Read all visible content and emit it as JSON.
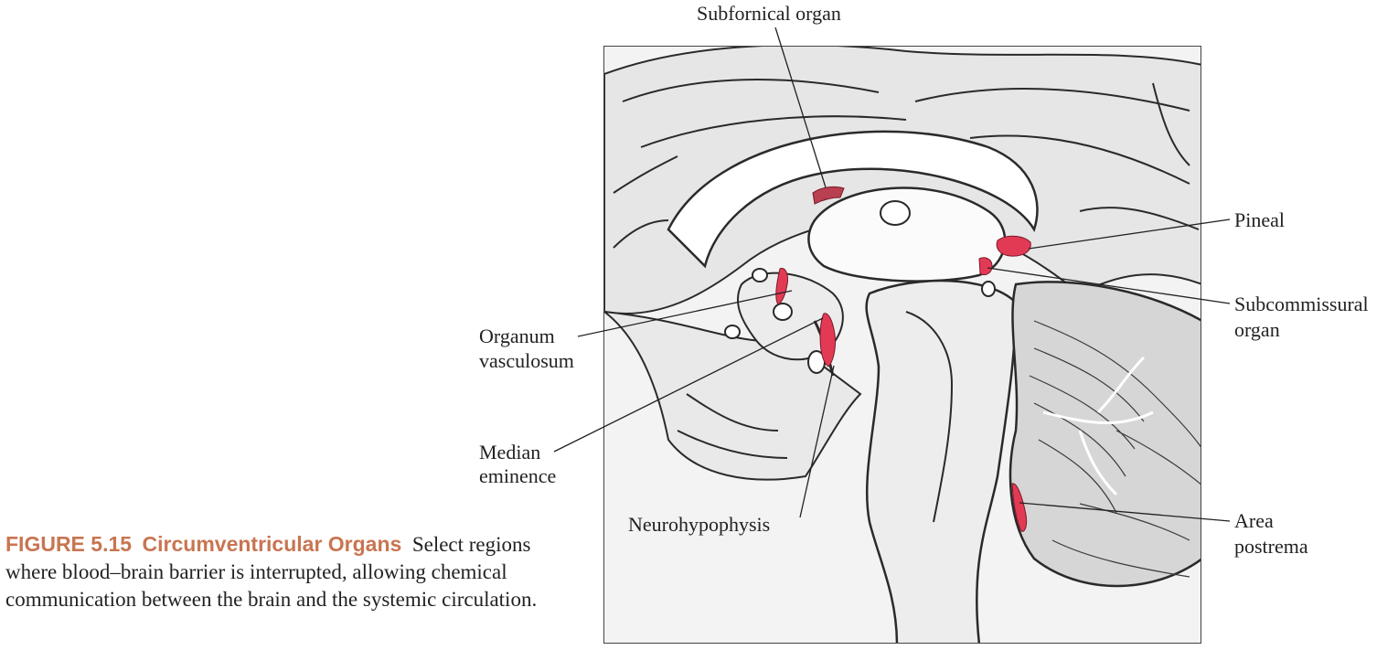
{
  "caption": {
    "number": "FIGURE 5.15",
    "title": "Circumventricular Organs",
    "text": "Select regions where blood–brain barrier is interrupted, allowing chemical communication between the brain and the systemic circulation."
  },
  "labels": {
    "subfornical_organ": "Subfornical organ",
    "pineal": "Pineal",
    "subcommissural_line1": "Subcommissural",
    "subcommissural_line2": "organ",
    "organum_line1": "Organum",
    "organum_line2": "vasculosum",
    "median_line1": "Median",
    "median_line2": "eminence",
    "neurohypophysis": "Neurohypophysis",
    "area_line1": "Area",
    "area_line2": "postrema"
  },
  "colors": {
    "highlight": "#e23a55",
    "caption_accent": "#c87551"
  }
}
